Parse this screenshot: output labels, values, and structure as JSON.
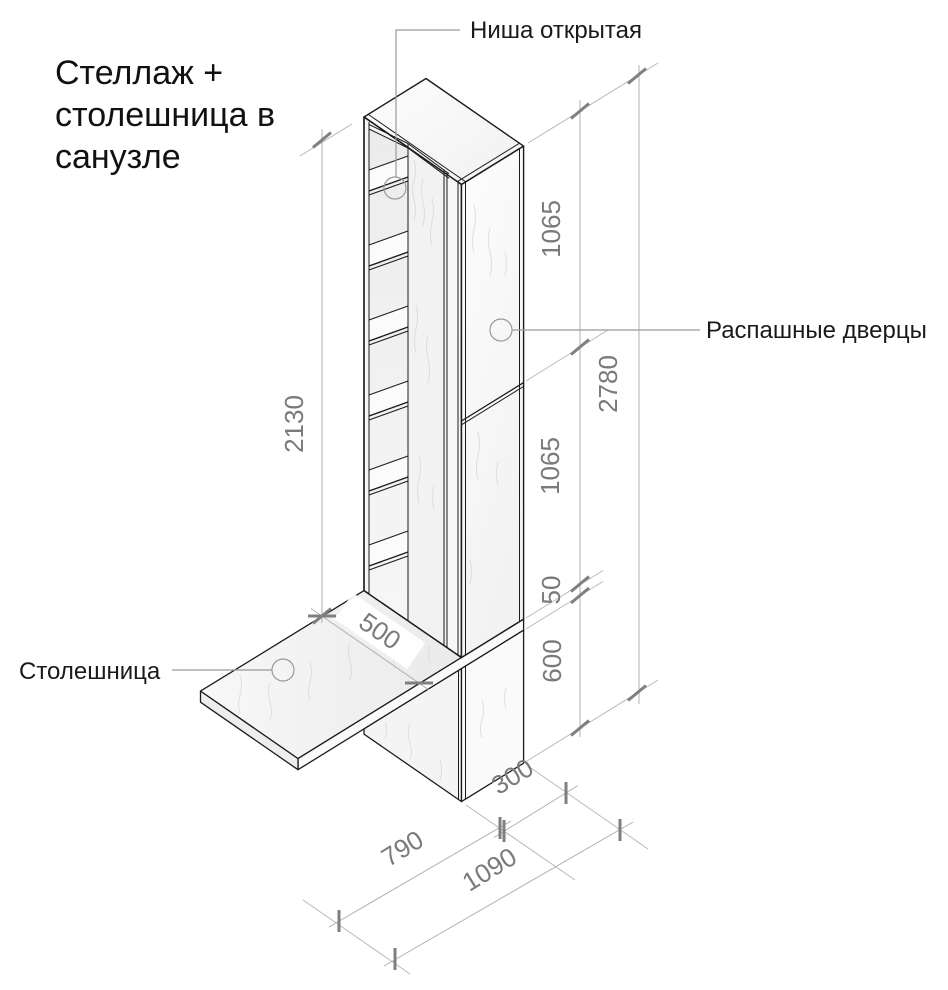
{
  "title": {
    "line1": "Стеллаж +",
    "line2": "столешница в",
    "line3": "санузле"
  },
  "labels": {
    "open_niche": "Ниша открытая",
    "hinged_doors": "Распашные дверцы",
    "countertop": "Столешница"
  },
  "dimensions": {
    "shelf_column_height": "2130",
    "upper_door_section_height": "1065",
    "lower_door_section_height": "1065",
    "total_height": "2780",
    "countertop_thickness": "50",
    "base_cabinet_height": "600",
    "countertop_depth": "500",
    "cabinet_width": "300",
    "countertop_length": "790",
    "total_length": "1090"
  },
  "colors": {
    "background": "#ffffff",
    "outline": "#1b1b1b",
    "dimension_line": "#b0b0b0",
    "dimension_tick": "#7f7f7f",
    "dimension_text": "#7a7a7a",
    "leader": "#9a9a9a"
  }
}
